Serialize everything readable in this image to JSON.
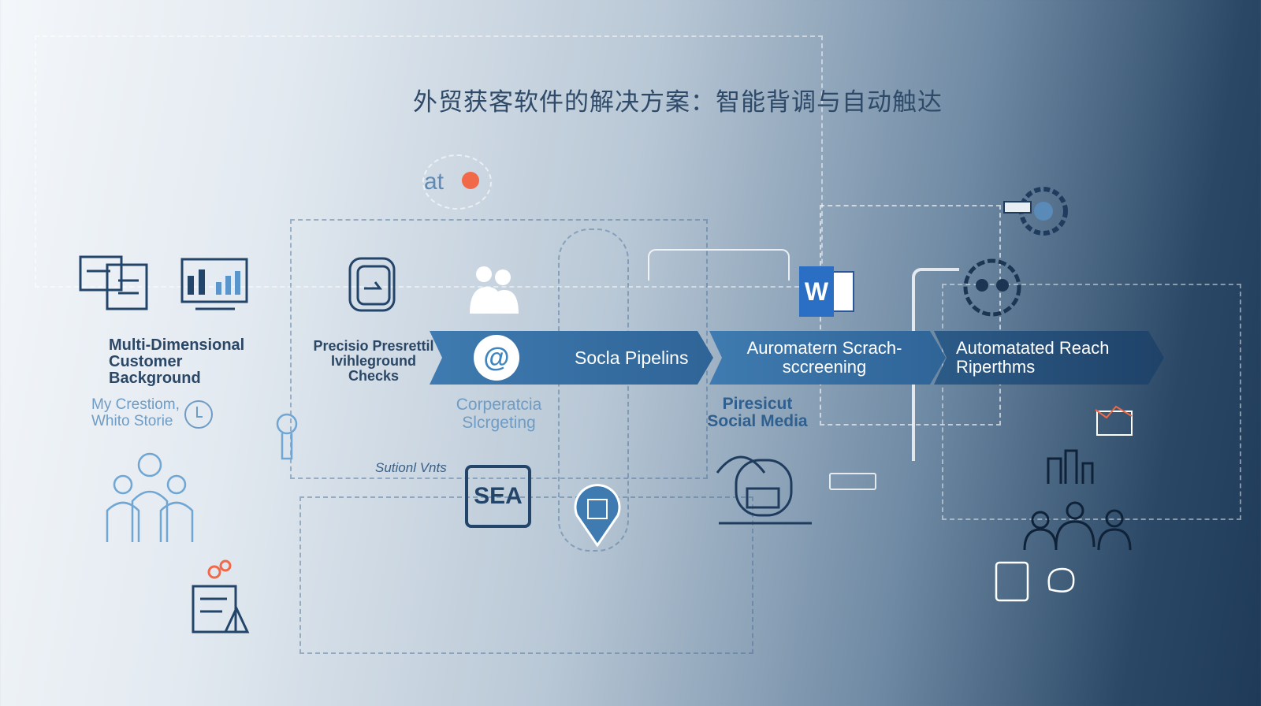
{
  "title": "外贸获客软件的解决方案：智能背调与自动触达",
  "left": {
    "heading": "Multi-Dimensional Customer Background",
    "sub": "My Crestiom, Whito Storie"
  },
  "center": {
    "heading": "Precisio Presrettil Ivihleground Checks",
    "corporate": "Corperatcia Slcrgeting",
    "survey": "Sutionl Vnts",
    "badge": "SEA",
    "ai": "at"
  },
  "pipeline": [
    {
      "label": "Socla Pipelins"
    },
    {
      "label": "Auromatern Scrach-sccreening"
    },
    {
      "label": "Automatated Reach Riperthms"
    }
  ],
  "social": "Piresicut Social Media",
  "word_icon": "W",
  "colors": {
    "band": "#3f7bb0",
    "accent": "#f06a4a",
    "dark": "#24456a"
  }
}
